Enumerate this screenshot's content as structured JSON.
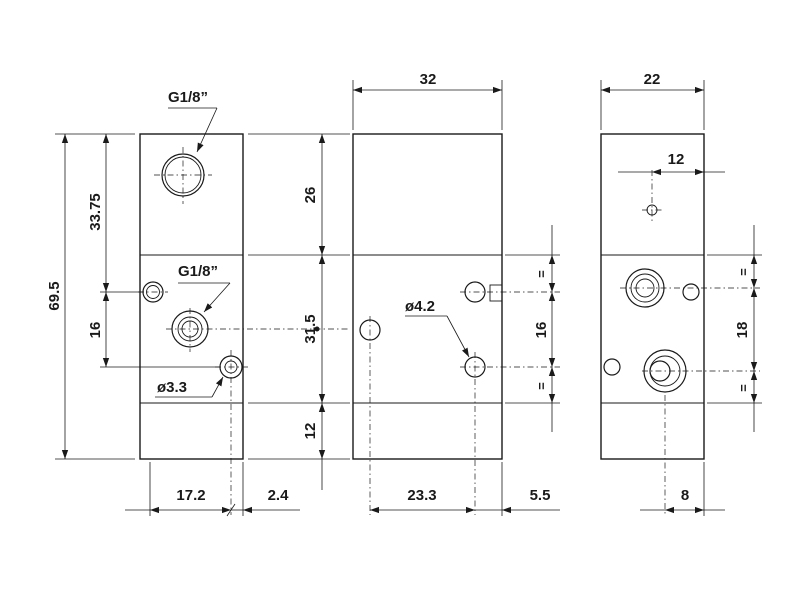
{
  "views": {
    "front": {
      "thread_top": "G1/8”",
      "thread_mid": "G1/8”",
      "hole_dia": "ø3.3",
      "dim_total_height": "69.5",
      "dim_upper": "33.75",
      "dim_port_pitch": "16",
      "dim_hole_x": "17.2",
      "dim_hole_offset": "2.4"
    },
    "side": {
      "dim_width": "32",
      "dim_top_section": "26",
      "dim_mid_section": "31.5",
      "dim_bottom_section": "12",
      "hole_dia": "ø4.2",
      "dim_hole_pitch": "16",
      "equal_mark": "=",
      "dim_hole_x": "23.3",
      "dim_hole_offset": "5.5"
    },
    "end": {
      "dim_width": "22",
      "dim_hole_offset": "12",
      "dim_port_pitch": "18",
      "equal_mark": "=",
      "dim_bottom_offset": "8"
    }
  }
}
